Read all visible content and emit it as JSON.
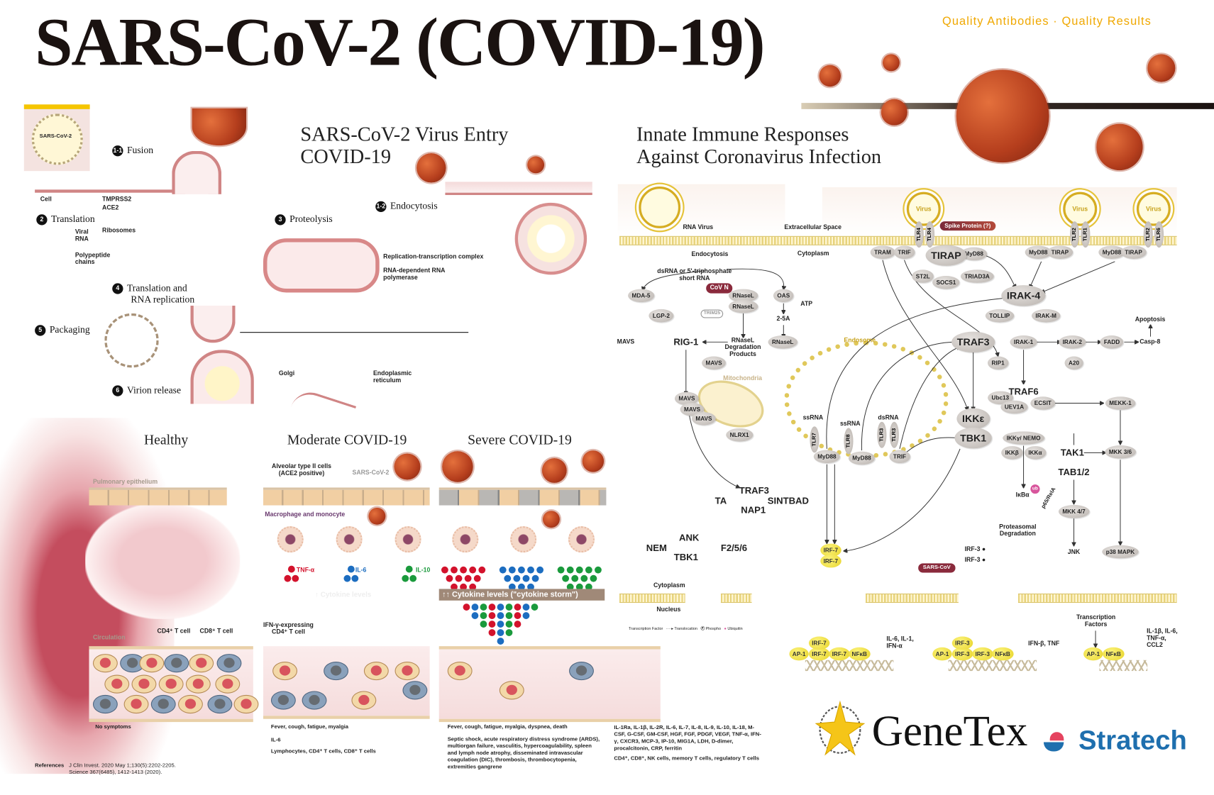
{
  "header": {
    "title": "SARS-CoV-2 (COVID-19)",
    "tagline": "Quality Antibodies · Quality Results"
  },
  "colors": {
    "accent": "#f0a800",
    "virus": "#b53e1d",
    "cytokine_red": "#d3122c",
    "cytokine_blue": "#1c6dc0",
    "cytokine_green": "#1a9a3c",
    "stratech_blue": "#1e6fae",
    "stratech_red": "#e5435f"
  },
  "entry": {
    "title1": "SARS-CoV-2 Virus Entry",
    "title2": "COVID-19",
    "virion_label": "SARS-CoV-2",
    "steps": [
      {
        "num": "1-1",
        "label": "Fusion"
      },
      {
        "num": "2",
        "label": "Translation"
      },
      {
        "num": "3",
        "label": "Proteolysis"
      },
      {
        "num": "1-2",
        "label": "Endocytosis"
      },
      {
        "num": "4",
        "label": "Translation and",
        "label2": "RNA replication"
      },
      {
        "num": "5",
        "label": "Packaging"
      },
      {
        "num": "6",
        "label": "Virion release"
      }
    ],
    "labels": {
      "cell": "Cell",
      "tmprss2": "TMPRSS2",
      "ace2": "ACE2",
      "viral_rna": "Viral RNA",
      "ribosomes": "Ribosomes",
      "polypeptide": "Polypeptide chains",
      "rtc": "Replication-transcription complex",
      "rdrp": "RNA-dependent RNA polymerase",
      "golgi": "Golgi",
      "er": "Endoplasmic reticulum"
    }
  },
  "severity": {
    "columns": [
      "Healthy",
      "Moderate COVID-19",
      "Severe COVID-19"
    ],
    "pulmonary": "Pulmonary epithelium",
    "alveolar": "Alveolar type II cells (ACE2 positive)",
    "sars": "SARS-CoV-2",
    "macrophage": "Macrophage and monocyte",
    "cytokines": [
      "TNF-α",
      "IL-6",
      "IL-10"
    ],
    "storm": "↑↑ Cytokine levels (\"cytokine storm\")",
    "moderate_levels": "↑ Cytokine levels",
    "circulation": "Circulation",
    "cd4": "CD4⁺ T cell",
    "cd8": "CD8⁺ T cell",
    "ifn": "IFN-γ-expressing CD4⁺ T cell",
    "healthy_symptoms": "No symptoms",
    "moderate_symptoms": "Fever, cough, fatigue, myalgia",
    "moderate_markers": "IL-6",
    "moderate_cells": "Lymphocytes, CD4⁺ T cells, CD8⁺ T cells",
    "severe_symptoms": "Fever, cough, fatigue, myalgia, dyspnea, death",
    "severe_complications": "Septic shock, acute respiratory distress syndrome (ARDS), multiorgan failure, vasculitis, hypercoagulability, spleen and lymph node atrophy, disseminated intravascular coagulation (DIC), thrombosis, thrombocytopenia, extremities gangrene",
    "severe_markers": "IL-1Ra, IL-1β, IL-2R, IL-6, IL-7, IL-8, IL-9, IL-10, IL-18, M-CSF, G-CSF, GM-CSF, HGF, FGF, PDGF, VEGF, TNF-α, IFN-γ, CXCR3, MCP-3, IP-10, MIG1A, LDH, D-dimer, procalcitonin, CRP, ferritin",
    "severe_cells": "CD4⁺, CD8⁺, NK cells, memory T cells, regulatory T cells"
  },
  "references": {
    "label": "References",
    "ref1": "J Clin Invest. 2020 May 1;130(5):2202-2205.",
    "ref2": "Science 367(6485), 1412-1413 (2020)."
  },
  "innate": {
    "title1": "Innate Immune Responses",
    "title2": "Against Coronavirus Infection",
    "labels": {
      "rna_virus": "RNA Virus",
      "extracellular": "Extracellular Space",
      "cytoplasm": "Cytoplasm",
      "endocytosis": "Endocytosis",
      "dsrna": "dsRNA or 5'-triphosphate short RNA",
      "cov_n": "CoV N",
      "trim25": "TRIM25",
      "atp": "ATP",
      "two5a": "2-5A",
      "mavs_left": "MAVS",
      "deg": "RNaseL Degradation Products",
      "mitochondria": "Mitochondria",
      "endosome": "Endosome",
      "ssrna1": "ssRNA",
      "ssrna2": "ssRNA",
      "dsrna2": "dsRNA",
      "apoptosis": "Apoptosis",
      "casp8": "Casp-8",
      "ikba": "IκBα",
      "p65": "p65/RelA",
      "proteasomal": "Proteasomal Degradation",
      "cytoplasm2": "Cytoplasm",
      "nucleus": "Nucleus",
      "tf": "Transcription Factors",
      "spike": "Spike Protein (?)",
      "sars_cov": "SARS-CoV",
      "virus": "Virus",
      "ub": "ub",
      "p": "P"
    },
    "nodes": {
      "tram": "TRAM",
      "trif": "TRIF",
      "myd88_a": "MyD88",
      "st2l": "ST2L",
      "socs1": "SOCS1",
      "triad3a": "TRIAD3A",
      "myd88_b": "MyD88",
      "tirap_b": "TIRAP",
      "myd88_c": "MyD88",
      "tirap_c": "TIRAP",
      "tollip": "TOLLIP",
      "irakm": "IRAK-M",
      "irak1": "IRAK-1",
      "irak2": "IRAK-2",
      "fadd": "FADD",
      "rip1": "RIP1",
      "a20": "A20",
      "ubc13": "Ubc13",
      "uev1a": "UEV1A",
      "ecsit": "ECSIT",
      "mekk1": "MEKK-1",
      "ikkg": "IKKγ/ NEMO",
      "ikkb": "IKKβ",
      "ikka": "IKKα",
      "mkk36": "MKK 3/6",
      "mkk47": "MKK 4/7",
      "p38": "p38 MAPK",
      "mda5": "MDA-5",
      "rnasel1": "RNaseL",
      "rnasel2": "RNaseL",
      "oas": "OAS",
      "lgp2": "LGP-2",
      "rnasel3": "RNaseL",
      "mavs1": "MAVS",
      "mavs2": "MAVS",
      "mavs3": "MAVS",
      "mavs4": "MAVS",
      "nlrx1": "NLRX1",
      "myd88_d": "MyD88",
      "myd88_e": "MyD88",
      "trif2": "TRIF",
      "tirap": "TIRAP",
      "irak4": "IRAK-4",
      "traf3": "TRAF3",
      "ikke": "IKKε",
      "tbk1": "TBK1",
      "traf6": "TRAF6",
      "tak1": "TAK1",
      "tab12": "TAB1/2",
      "rig1": "RIG-1",
      "traf3b": "TRAF3",
      "ta": "TA",
      "sintbad": "SINTBAD",
      "nap1": "NAP1",
      "ank": "ANK",
      "nem": "NEM",
      "f256": "F2/5/6",
      "tbk1b": "TBK1",
      "jnk": "JNK"
    },
    "tlrs": {
      "tlr4a": "TLR4",
      "tlr4b": "TLR4",
      "tlr2a": "TLR2",
      "tlr1": "TLR1",
      "tlr2b": "TLR2",
      "tlr6": "TLR6",
      "tlr7": "TLR7",
      "tlr8": "TLR8",
      "tlr3a": "TLR3",
      "tlr3b": "TLR3"
    },
    "irf": {
      "irf7": "IRF-7",
      "irf3": "IRF-3"
    },
    "genes": [
      {
        "factors": [
          "AP-1",
          "IRF-7",
          "IRF-7",
          "NFκB"
        ],
        "output": "IL-6, IL-1, IFN-α"
      },
      {
        "factors": [
          "AP-1",
          "IRF-3",
          "IRF-3",
          "NFκB"
        ],
        "output": "IFN-β, TNF"
      },
      {
        "factors": [
          "AP-1",
          "NFκB"
        ],
        "output": "IL-1β, IL-6, TNF-α, CCL2"
      }
    ],
    "legend": {
      "tf": "Transcription Factor",
      "trans": "Translocation",
      "phospho": "Phospho",
      "ubiq": "Ubiquitin"
    }
  },
  "logos": {
    "genetex": "GeneTex",
    "stratech": "Stratech"
  }
}
